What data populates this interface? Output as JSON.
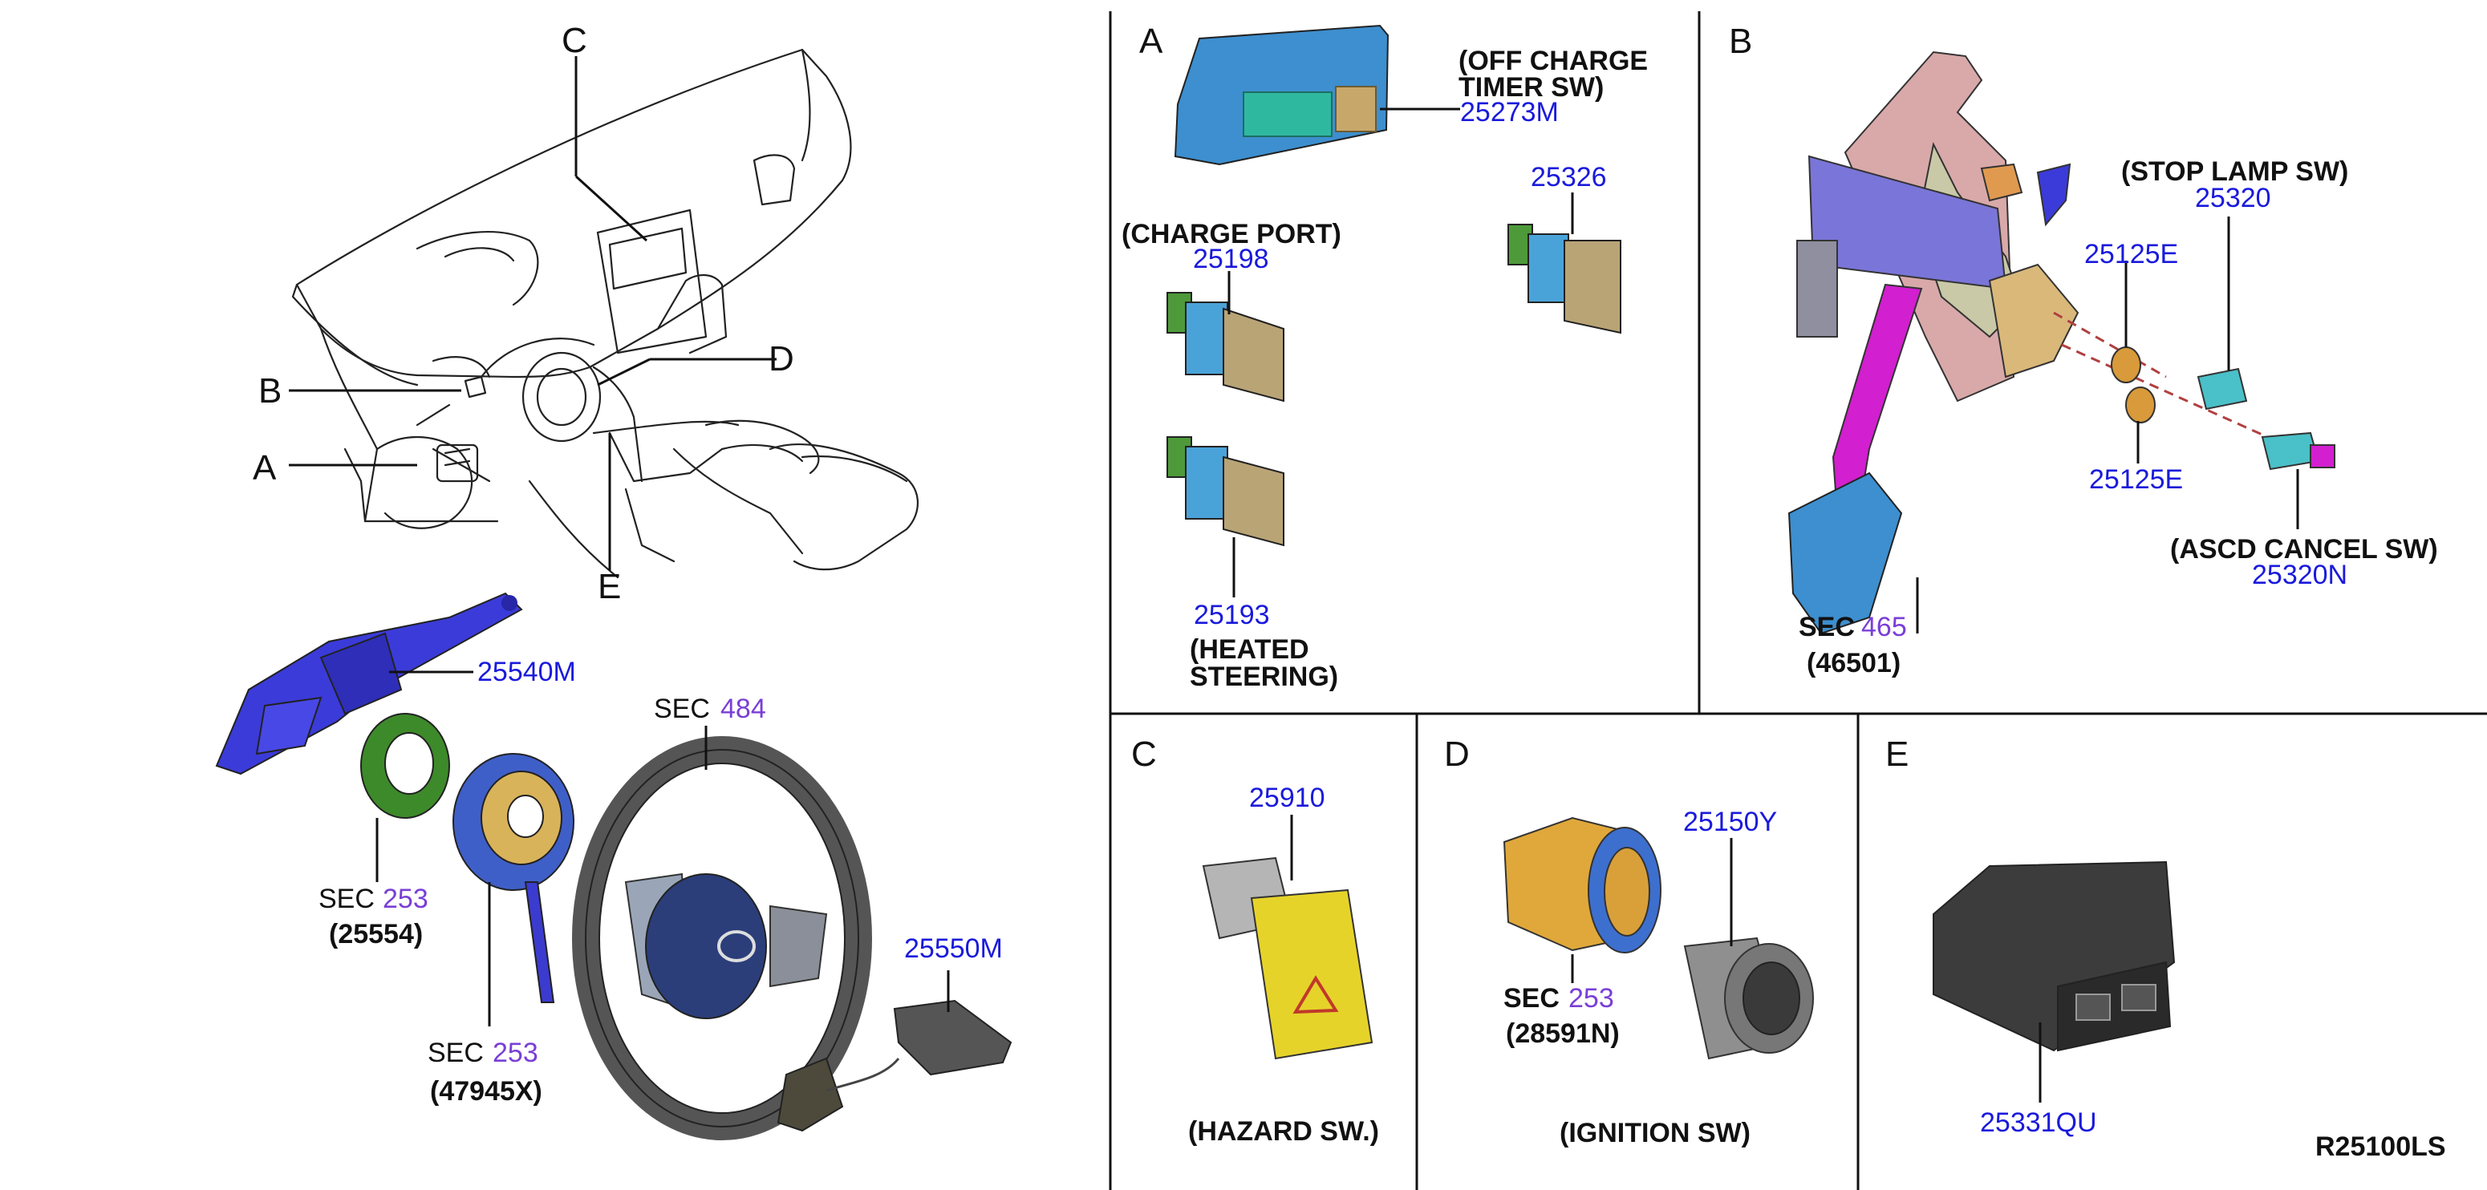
{
  "overview": {
    "callouts": [
      "A",
      "B",
      "C",
      "D",
      "E"
    ],
    "part_combination_switch": "25540M",
    "sec_label": "SEC",
    "sec_steering_wheel": "484",
    "spiral_cable_sec": "253",
    "spiral_cable_part": "(25554)",
    "steering_angle_sec": "253",
    "steering_angle_part": "(47945X)",
    "part_steering_switch": "25550M"
  },
  "panel_a": {
    "letter": "A",
    "off_charge_label_1": "(OFF CHARGE",
    "off_charge_label_2": "TIMER SW)",
    "part_off_charge": "25273M",
    "part_25326": "25326",
    "charge_port_label": "(CHARGE PORT)",
    "part_charge_port": "25198",
    "part_heated_steering": "25193",
    "heated_label_1": "(HEATED",
    "heated_label_2": "STEERING)"
  },
  "panel_b": {
    "letter": "B",
    "stop_lamp_label": "(STOP LAMP SW)",
    "part_stop_lamp": "25320",
    "part_clip_upper": "25125E",
    "part_clip_lower": "25125E",
    "ascd_label": "(ASCD CANCEL SW)",
    "part_ascd": "25320N",
    "sec_label": "SEC",
    "sec_number": "465",
    "pedal_part": "(46501)"
  },
  "panel_c": {
    "letter": "C",
    "part_hazard": "25910",
    "hazard_label": "(HAZARD SW.)"
  },
  "panel_d": {
    "letter": "D",
    "part_ignition": "25150Y",
    "sec_label": "SEC",
    "sec_number": "253",
    "ring_part": "(28591N)",
    "ignition_label": "(IGNITION SW)"
  },
  "panel_e": {
    "letter": "E",
    "part_switch": "25331QU",
    "figure_code": "R25100LS"
  },
  "colors": {
    "part_number": "#1a1adc",
    "section_number": "#7a3fd6",
    "text": "#111111"
  }
}
